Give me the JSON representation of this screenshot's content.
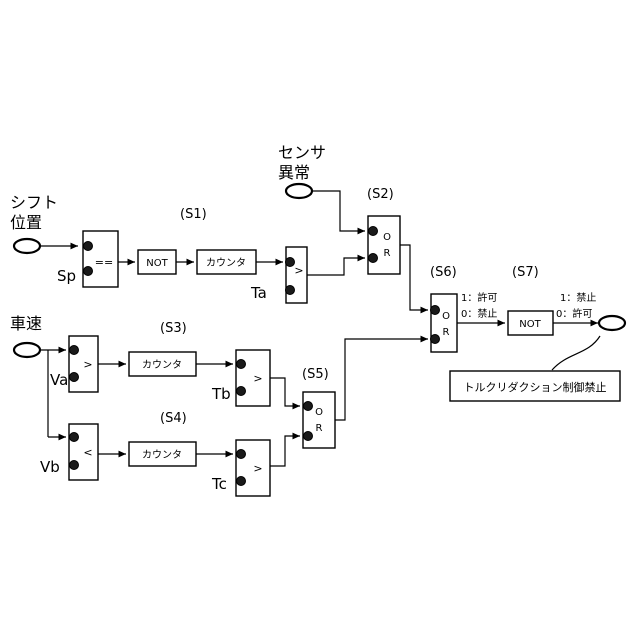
{
  "inputs": {
    "shift_position_line1": "シフト",
    "shift_position_line2": "位置",
    "vehicle_speed": "車速",
    "sensor_line1": "センサ",
    "sensor_line2": "異常"
  },
  "signals": {
    "sp": "Sp",
    "ta": "Ta",
    "va": "Va",
    "vb": "Vb",
    "tb": "Tb",
    "tc": "Tc"
  },
  "steps": {
    "s1": "(S1)",
    "s2": "(S2)",
    "s3": "(S3)",
    "s4": "(S4)",
    "s5": "(S5)",
    "s6": "(S6)",
    "s7": "(S7)"
  },
  "blocks": {
    "equals": "==",
    "not": "NOT",
    "counter": "カウンタ",
    "greater": ">",
    "less": "<",
    "or_o": "O",
    "or_r": "R"
  },
  "annotations": {
    "s6_one": "1：許可",
    "s6_zero": "0：禁止",
    "s7_one": "1：禁止",
    "s7_zero": "0：許可"
  },
  "output_label": "トルクリダクション制御禁止"
}
